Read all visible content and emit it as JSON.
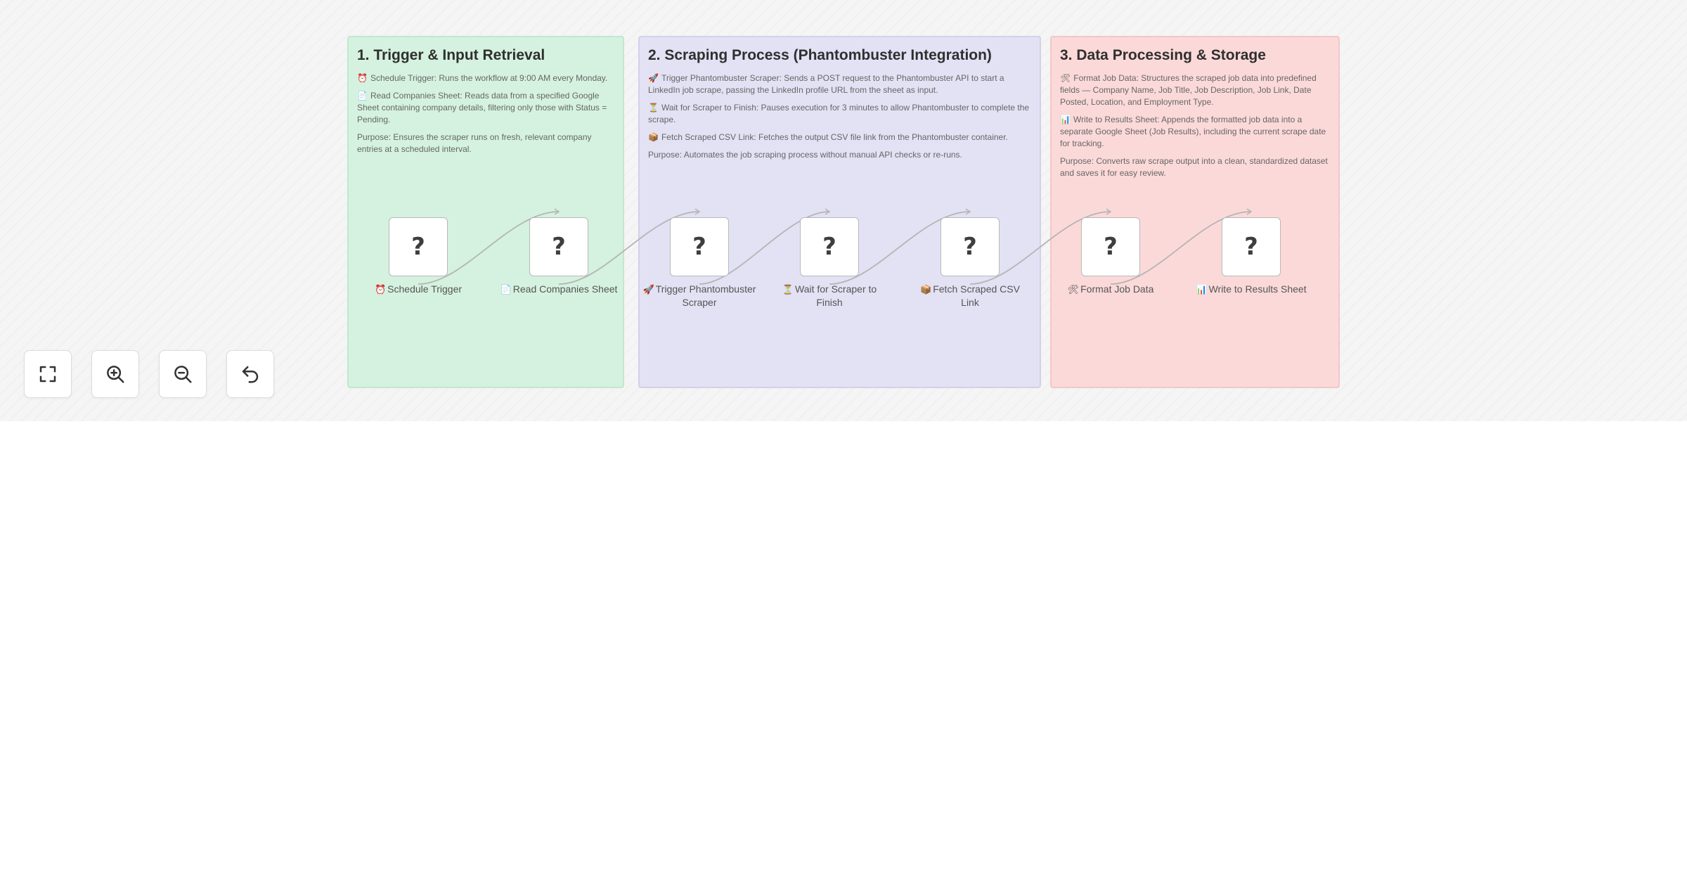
{
  "groups": [
    {
      "title": "1. Trigger & Input Retrieval",
      "paragraphs": [
        {
          "emoji": "⏰",
          "text": "Schedule Trigger: Runs the workflow at 9:00 AM every Monday."
        },
        {
          "emoji": "📄",
          "text": "Read Companies Sheet: Reads data from a specified Google Sheet containing company details, filtering only those with Status = Pending."
        },
        {
          "emoji": "",
          "text": "Purpose: Ensures the scraper runs on fresh, relevant company entries at a scheduled interval."
        }
      ]
    },
    {
      "title": "2. Scraping Process (Phantombuster Integration)",
      "paragraphs": [
        {
          "emoji": "🚀",
          "text": "Trigger Phantombuster Scraper: Sends a POST request to the Phantombuster API to start a LinkedIn job scrape, passing the LinkedIn profile URL from the sheet as input."
        },
        {
          "emoji": "⏳",
          "text": "Wait for Scraper to Finish: Pauses execution for 3 minutes to allow Phantombuster to complete the scrape."
        },
        {
          "emoji": "📦",
          "text": "Fetch Scraped CSV Link: Fetches the output CSV file link from the Phantombuster container."
        },
        {
          "emoji": "",
          "text": "Purpose: Automates the job scraping process without manual API checks or re-runs."
        }
      ]
    },
    {
      "title": "3. Data Processing & Storage",
      "paragraphs": [
        {
          "emoji": "🛠",
          "text": "Format Job Data: Structures the scraped job data into predefined fields — Company Name, Job Title, Job Description, Job Link, Date Posted, Location, and Employment Type."
        },
        {
          "emoji": "📊",
          "text": "Write to Results Sheet: Appends the formatted job data into a separate Google Sheet (Job Results), including the current scrape date for tracking."
        },
        {
          "emoji": "",
          "text": "Purpose: Converts raw scrape output into a clean, standardized dataset and saves it for easy review."
        }
      ]
    }
  ],
  "nodes": [
    {
      "icon": "?",
      "emoji": "⏰",
      "label": "Schedule Trigger"
    },
    {
      "icon": "?",
      "emoji": "📄",
      "label": "Read Companies Sheet"
    },
    {
      "icon": "?",
      "emoji": "🚀",
      "label": "Trigger Phantombuster Scraper"
    },
    {
      "icon": "?",
      "emoji": "⏳",
      "label": "Wait for Scraper to Finish"
    },
    {
      "icon": "?",
      "emoji": "📦",
      "label": "Fetch Scraped CSV Link"
    },
    {
      "icon": "?",
      "emoji": "🛠",
      "label": "Format Job Data"
    },
    {
      "icon": "?",
      "emoji": "📊",
      "label": "Write to Results Sheet"
    }
  ],
  "controls": [
    {
      "icon": "fullscreen-icon"
    },
    {
      "icon": "zoom-in-icon"
    },
    {
      "icon": "zoom-out-icon"
    },
    {
      "icon": "reset-icon"
    }
  ],
  "colors": {
    "group1": "#d4f2df",
    "group2": "#e3e1f4",
    "group3": "#fcd9d9",
    "connector": "#b5b5b5"
  }
}
